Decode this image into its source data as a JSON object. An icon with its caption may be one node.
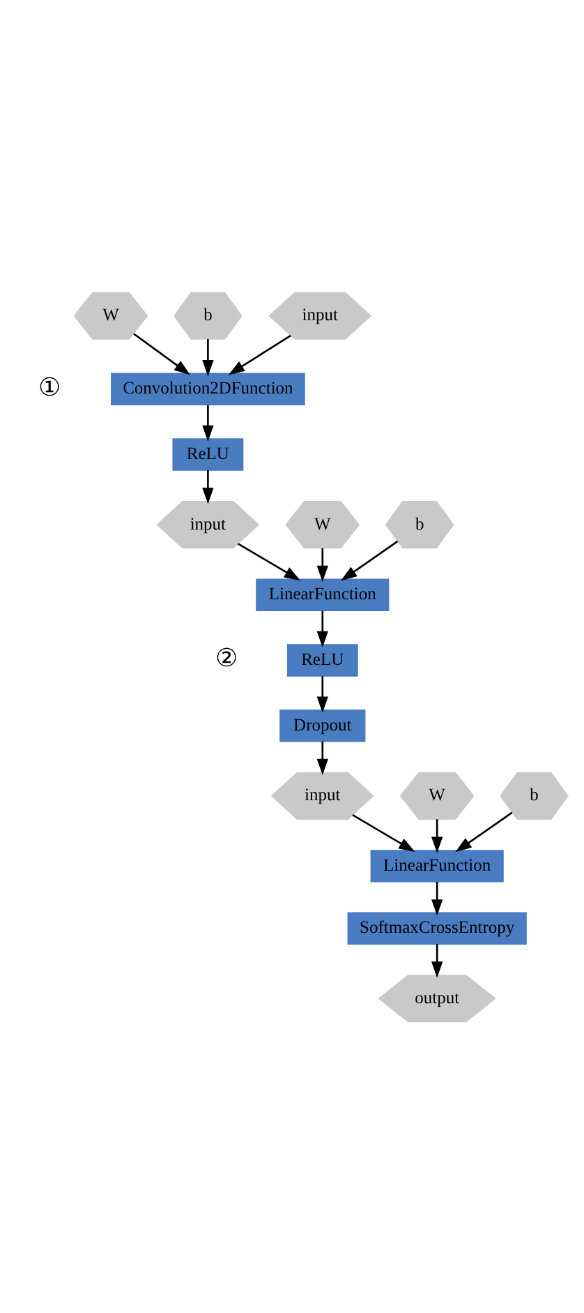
{
  "diagram": {
    "nodes": [
      {
        "text": [
          "W"
        ]
      },
      {
        "text": [
          "b"
        ]
      },
      {
        "text": [
          "input"
        ]
      },
      {
        "text": [
          "Convolution2DFunction"
        ]
      },
      {
        "text": [
          "ReLU"
        ]
      },
      {
        "text": [
          "W"
        ]
      },
      {
        "text": [
          "b"
        ]
      },
      {
        "text": [
          "input"
        ]
      },
      {
        "text": [
          "LinearFunction"
        ]
      },
      {
        "text": [
          "ReLU"
        ]
      },
      {
        "text": [
          "Dropout"
        ]
      },
      {
        "text": [
          "W"
        ]
      },
      {
        "text": [
          "b"
        ]
      },
      {
        "text": [
          "input"
        ]
      },
      {
        "text": [
          "LinearFunction"
        ]
      },
      {
        "text": [
          "SoftmaxCrossEntropy"
        ]
      },
      {
        "text": [
          "output"
        ]
      }
    ],
    "edges": [
      {
        "from": 0,
        "to": 3,
        "arrow": "to"
      },
      {
        "from": 1,
        "to": 3,
        "arrow": "to"
      },
      {
        "from": 2,
        "to": 3,
        "arrow": "to"
      },
      {
        "from": 3,
        "to": 4,
        "arrow": "to"
      },
      {
        "from": 4,
        "to": 7,
        "arrow": "to"
      },
      {
        "from": 5,
        "to": 8,
        "arrow": "to"
      },
      {
        "from": 6,
        "to": 8,
        "arrow": "to"
      },
      {
        "from": 7,
        "to": 8,
        "arrow": "to"
      },
      {
        "from": 8,
        "to": 9,
        "arrow": "to"
      },
      {
        "from": 9,
        "to": 10,
        "arrow": "to"
      },
      {
        "from": 10,
        "to": 13,
        "arrow": "to"
      },
      {
        "from": 11,
        "to": 14,
        "arrow": "to"
      },
      {
        "from": 12,
        "to": 14,
        "arrow": "to"
      },
      {
        "from": 13,
        "to": 14,
        "arrow": "to"
      },
      {
        "from": 14,
        "to": 15,
        "arrow": "to"
      },
      {
        "from": 15,
        "to": 16,
        "arrow": "to"
      }
    ],
    "labels": [
      "①",
      "②"
    ]
  }
}
